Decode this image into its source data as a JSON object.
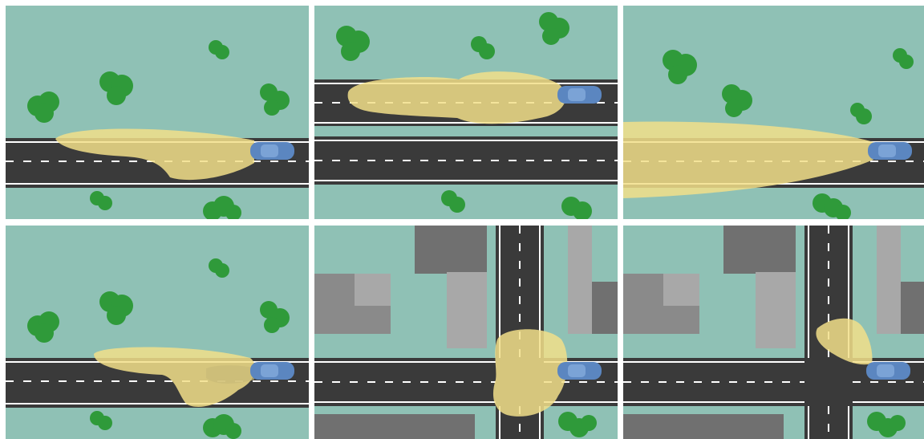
{
  "figure": {
    "description_visible_text": "",
    "panels": [
      {
        "id": "p1",
        "scene": "straight-road",
        "beam": "low-beam-with-road-dip"
      },
      {
        "id": "p2",
        "scene": "two-lane-road",
        "beam": "top-lane-wide"
      },
      {
        "id": "p3",
        "scene": "straight-road",
        "beam": "long-high-beam"
      },
      {
        "id": "p4",
        "scene": "straight-road",
        "beam": "short-dipped-beam"
      },
      {
        "id": "p5",
        "scene": "intersection",
        "beam": "round-intersection-beam"
      },
      {
        "id": "p6",
        "scene": "intersection",
        "beam": "cornering-beam-left"
      }
    ]
  },
  "colors": {
    "grass": "#8fc1b5",
    "asphalt": "#3a3a3a",
    "lane_line": "#ffffff",
    "beam": "#f2df8a",
    "car": "#5b86c0",
    "tree": "#2f9a3a",
    "building_light": "#a8a8a8",
    "building_dark": "#6e6e6e"
  }
}
